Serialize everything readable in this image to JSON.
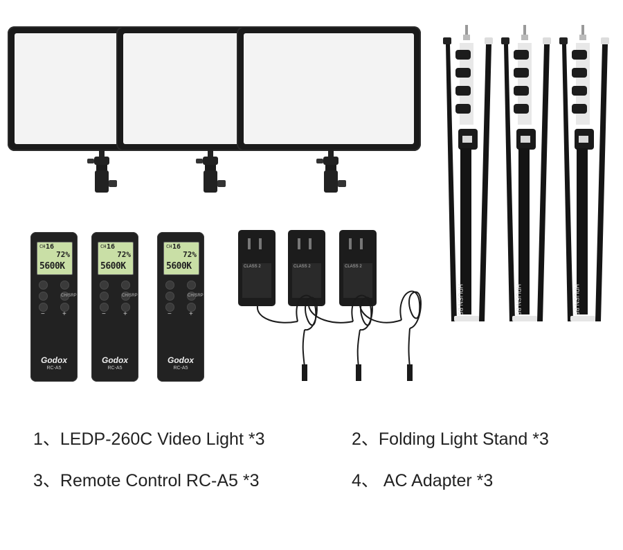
{
  "remotes": [
    {
      "ch_label": "CH",
      "channel": "16",
      "brightness": "72%",
      "color_temp": "5600K",
      "brand": "Godox",
      "model": "RC-A5",
      "ch_srp": "CH/SRP",
      "minus": "−",
      "plus": "+"
    },
    {
      "ch_label": "CH",
      "channel": "16",
      "brightness": "72%",
      "color_temp": "5600K",
      "brand": "Godox",
      "model": "RC-A5",
      "ch_srp": "CH/SRP",
      "minus": "−",
      "plus": "+"
    },
    {
      "ch_label": "CH",
      "channel": "16",
      "brightness": "72%",
      "color_temp": "5600K",
      "brand": "Godox",
      "model": "RC-A5",
      "ch_srp": "CH/SRP",
      "minus": "−",
      "plus": "+"
    }
  ],
  "stands": [
    {
      "label": "HPUSN B5"
    },
    {
      "label": "HPUSN B5"
    },
    {
      "label": "HPUSN B5"
    }
  ],
  "adapters": [
    {
      "label": "CLASS 2"
    },
    {
      "label": "CLASS 2"
    },
    {
      "label": "CLASS 2"
    }
  ],
  "captions": {
    "item1": "1、LEDP-260C Video Light *3",
    "item2": "2、Folding Light Stand *3",
    "item3": "3、Remote Control RC-A5 *3",
    "item4": "4、 AC Adapter *3"
  }
}
